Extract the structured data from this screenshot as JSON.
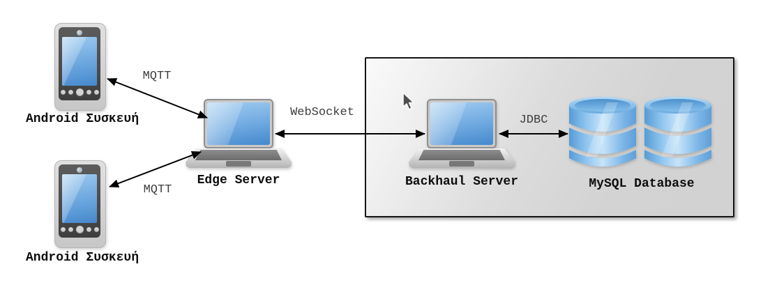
{
  "diagram": {
    "nodes": {
      "device_top": {
        "label": "Android Συσκευή",
        "icon": "android-phone-icon"
      },
      "device_bottom": {
        "label": "Android Συσκευή",
        "icon": "android-phone-icon"
      },
      "edge_server": {
        "label": "Edge Server",
        "icon": "laptop-icon"
      },
      "backhaul_server": {
        "label": "Backhaul Server",
        "icon": "laptop-icon"
      },
      "mysql_database": {
        "label": "MySQL Database",
        "icon": "database-cylinders-icon"
      }
    },
    "connections": {
      "mqtt_top": {
        "label": "MQTT",
        "from": "device_top",
        "to": "edge_server",
        "bidirectional": true
      },
      "mqtt_bottom": {
        "label": "MQTT",
        "from": "device_bottom",
        "to": "edge_server",
        "bidirectional": true
      },
      "websocket": {
        "label": "WebSocket",
        "from": "edge_server",
        "to": "backhaul_server",
        "bidirectional": true
      },
      "jdbc": {
        "label": "JDBC",
        "from": "backhaul_server",
        "to": "mysql_database",
        "bidirectional": true
      }
    },
    "groups": {
      "backend_box": {
        "contains": [
          "backhaul_server",
          "mysql_database"
        ]
      }
    },
    "cursor": {
      "visible": true
    },
    "colors": {
      "screen_blue": "#6fa9e0",
      "db_blue": "#7db6e8",
      "body_gray": "#d2d2d2",
      "panel_dark": "#4a4a4a",
      "box_fill": "#d7d7d7",
      "box_border": "#151515",
      "arrow": "#000000",
      "caption_text": "#0d0d0d",
      "connection_text": "#3d3d3d",
      "background": "#ffffff"
    }
  }
}
